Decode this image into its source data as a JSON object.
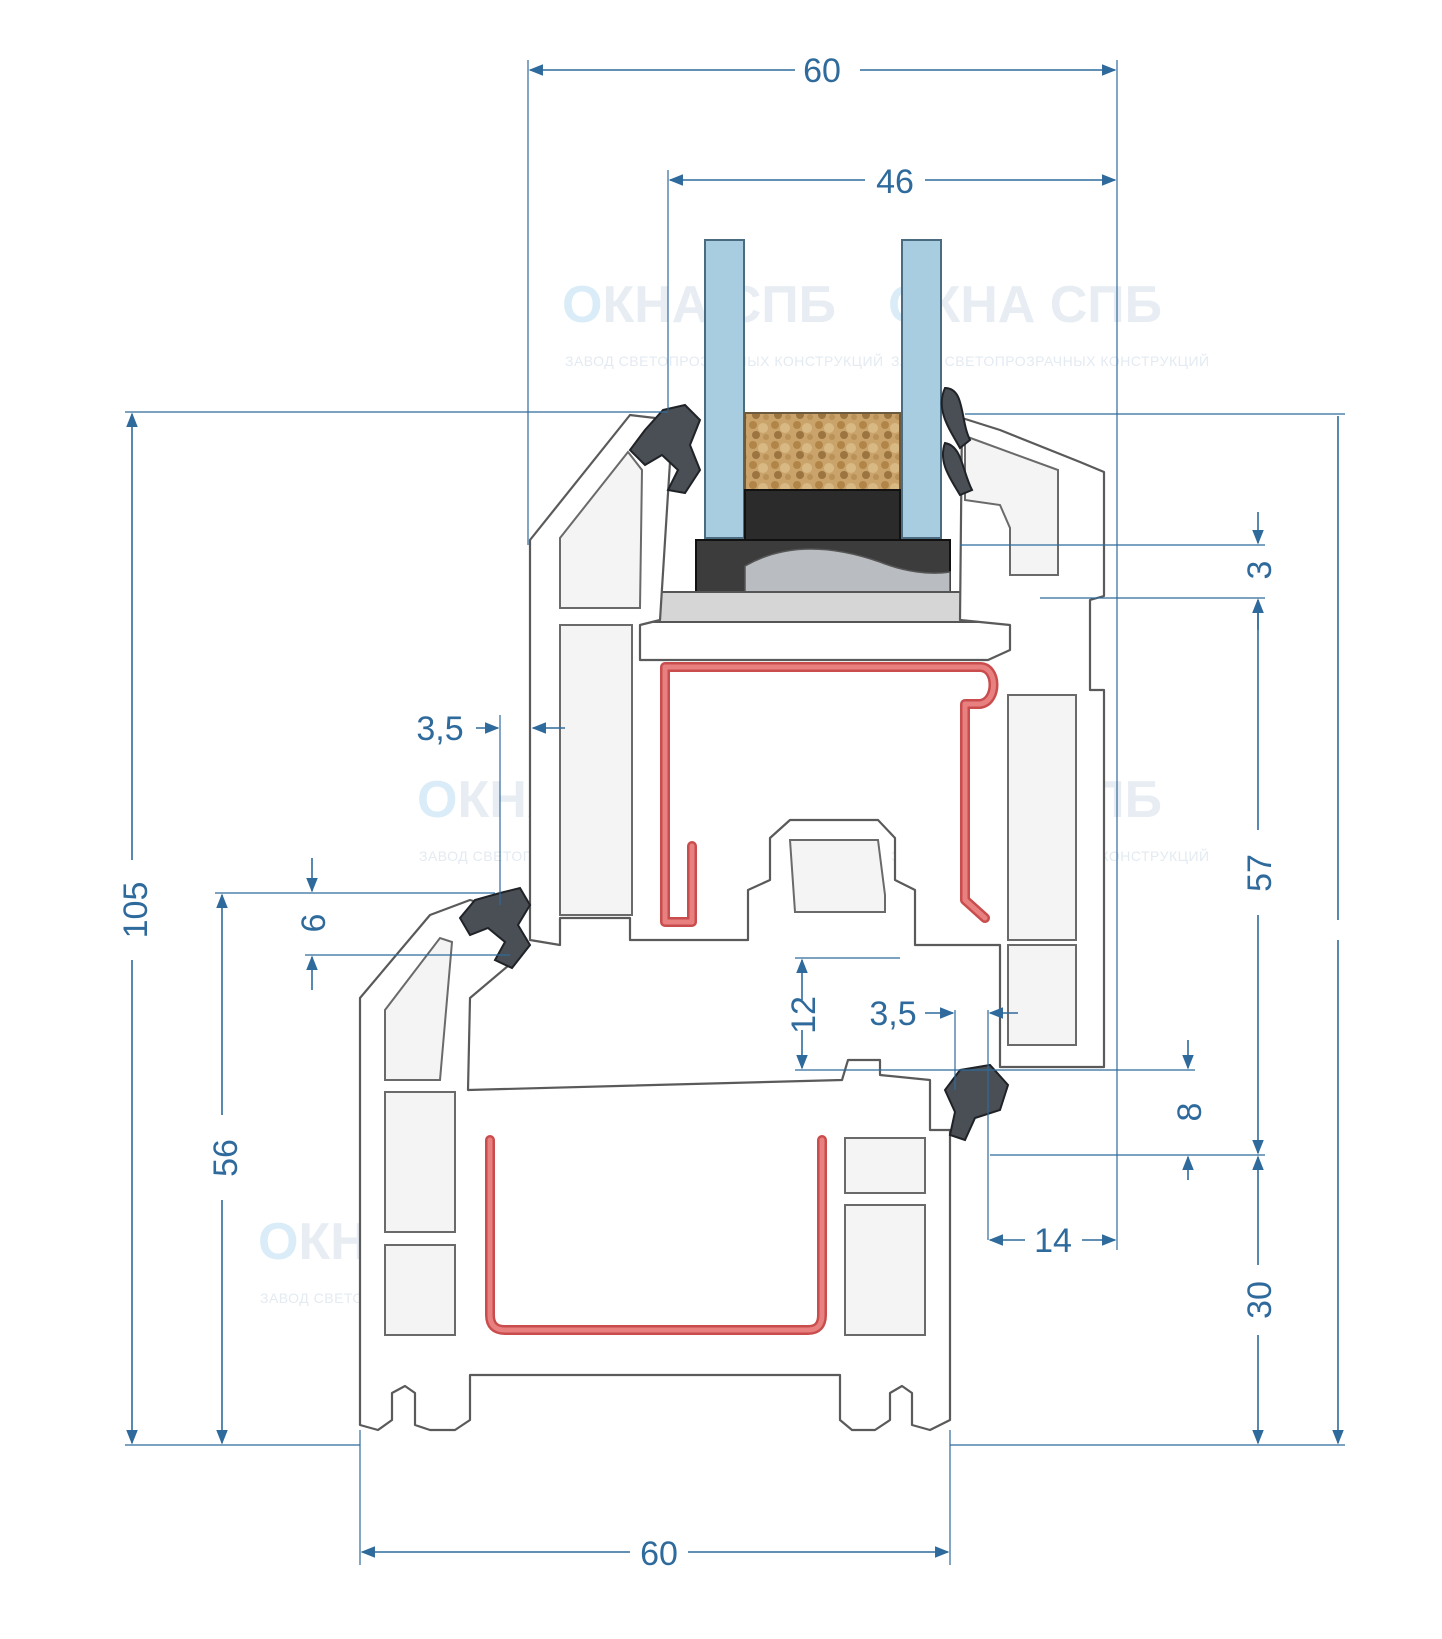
{
  "dimensions": {
    "top_outer_width": "60",
    "glazing_width": "46",
    "left_total_height": "105",
    "frame_height_left": "56",
    "sash_overlap_top": "3,5",
    "seal_gap": "6",
    "rebate_depth": "12",
    "sash_overlap_right": "3,5",
    "right_gap_top": "3",
    "sash_height_right": "57",
    "right_seal_gap": "8",
    "frame_step": "14",
    "frame_height_right": "30",
    "bottom_width": "60"
  },
  "watermark": {
    "brand_o": "О",
    "brand_rest": "КНА СПБ",
    "tagline": "ЗАВОД СВЕТОПРОЗРАЧНЫХ КОНСТРУКЦИЙ"
  },
  "colors": {
    "dimension_blue": "#2f6a9c",
    "steel_reinforcement": "#c94d4d",
    "glass": "#a9cde0",
    "seal": "#4a4f55",
    "desiccant": "#c9a36a"
  }
}
